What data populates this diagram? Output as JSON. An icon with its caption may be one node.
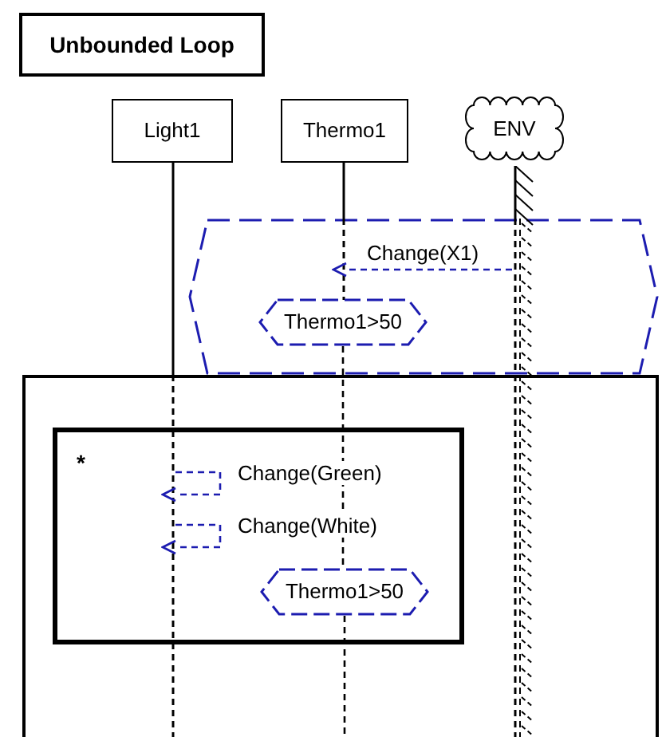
{
  "diagram": {
    "title": "Unbounded Loop",
    "nodes": [
      {
        "text": [
          "Light1"
        ]
      },
      {
        "text": [
          "Thermo1"
        ]
      },
      {
        "text": [
          "ENV"
        ]
      },
      {
        "text": [],
        "shape": "bar"
      },
      {
        "text": [],
        "shape": "bar"
      },
      {
        "text": [],
        "shape": "bar"
      },
      {
        "text": [],
        "shape": "hexagon"
      },
      {
        "text": [
          "Thermo1>50"
        ],
        "in": 6
      },
      {
        "text": [],
        "shape": "box"
      },
      {
        "text": [
          "*"
        ],
        "in": 8
      },
      {
        "text": [
          "Thermo1>50"
        ],
        "in": 9
      }
    ],
    "edges": [
      {
        "from": 5,
        "to": 4,
        "arrow": "to",
        "label": "Change(X1)",
        "style": "dashed"
      },
      {
        "from": 3,
        "to": 3,
        "arrow": "to",
        "label": "Change(Green)",
        "style": "dashed"
      },
      {
        "from": 3,
        "to": 3,
        "arrow": "to",
        "label": "Change(White)",
        "style": "dashed"
      },
      {
        "from": 7,
        "to": 10,
        "arrow": "none",
        "style": "dashed",
        "color": "#000000"
      },
      {
        "from": 10,
        "to": null,
        "arrow": "none",
        "style": "dashed",
        "color": "#000000"
      }
    ]
  }
}
